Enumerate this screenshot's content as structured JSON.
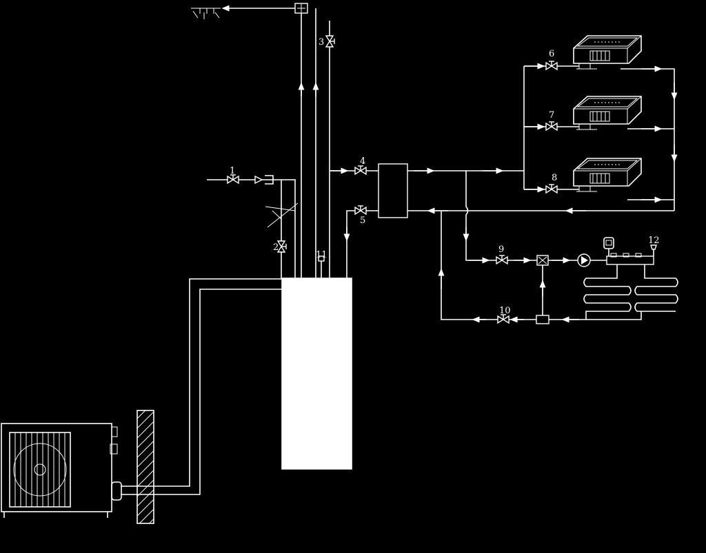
{
  "labels": {
    "v1": "1",
    "v2": "2",
    "v3": "3",
    "v4": "4",
    "v5": "5",
    "v6": "6",
    "v7": "7",
    "v8": "8",
    "v9": "9",
    "v10": "10",
    "v11": "11",
    "v12": "12"
  },
  "colors": {
    "background": "#000000",
    "line": "#ffffff"
  }
}
